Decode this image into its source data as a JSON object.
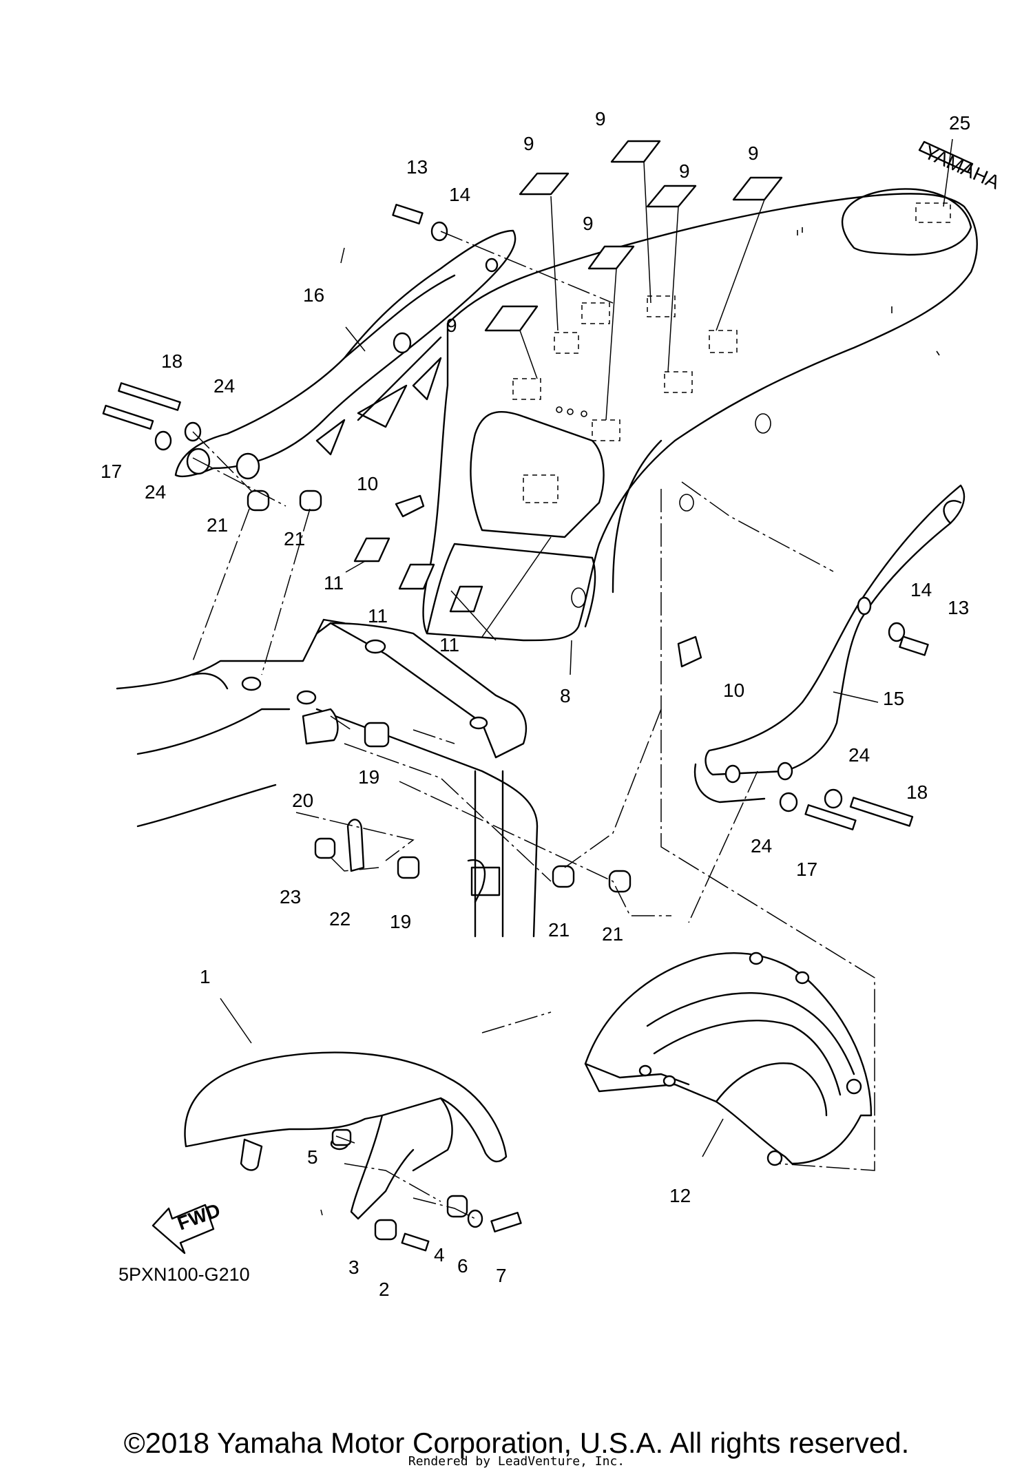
{
  "diagram": {
    "code": "5PXN100-G210",
    "fwd_label": "FWD",
    "decal_label": "YAMAHA",
    "callouts": [
      {
        "id": "c1",
        "text": "1"
      },
      {
        "id": "c2",
        "text": "2"
      },
      {
        "id": "c3",
        "text": "3"
      },
      {
        "id": "c4",
        "text": "4"
      },
      {
        "id": "c5",
        "text": "5"
      },
      {
        "id": "c6",
        "text": "6"
      },
      {
        "id": "c7",
        "text": "7"
      },
      {
        "id": "c8",
        "text": "8"
      },
      {
        "id": "c9a",
        "text": "9"
      },
      {
        "id": "c9b",
        "text": "9"
      },
      {
        "id": "c9c",
        "text": "9"
      },
      {
        "id": "c9d",
        "text": "9"
      },
      {
        "id": "c9e",
        "text": "9"
      },
      {
        "id": "c9f",
        "text": "9"
      },
      {
        "id": "c10a",
        "text": "10"
      },
      {
        "id": "c10b",
        "text": "10"
      },
      {
        "id": "c11a",
        "text": "11"
      },
      {
        "id": "c11b",
        "text": "11"
      },
      {
        "id": "c11c",
        "text": "11"
      },
      {
        "id": "c12",
        "text": "12"
      },
      {
        "id": "c13a",
        "text": "13"
      },
      {
        "id": "c13b",
        "text": "13"
      },
      {
        "id": "c14a",
        "text": "14"
      },
      {
        "id": "c14b",
        "text": "14"
      },
      {
        "id": "c15",
        "text": "15"
      },
      {
        "id": "c16",
        "text": "16"
      },
      {
        "id": "c17a",
        "text": "17"
      },
      {
        "id": "c17b",
        "text": "17"
      },
      {
        "id": "c18a",
        "text": "18"
      },
      {
        "id": "c18b",
        "text": "18"
      },
      {
        "id": "c19a",
        "text": "19"
      },
      {
        "id": "c19b",
        "text": "19"
      },
      {
        "id": "c20",
        "text": "20"
      },
      {
        "id": "c21a",
        "text": "21"
      },
      {
        "id": "c21b",
        "text": "21"
      },
      {
        "id": "c21c",
        "text": "21"
      },
      {
        "id": "c21d",
        "text": "21"
      },
      {
        "id": "c22",
        "text": "22"
      },
      {
        "id": "c23",
        "text": "23"
      },
      {
        "id": "c24a",
        "text": "24"
      },
      {
        "id": "c24b",
        "text": "24"
      },
      {
        "id": "c24c",
        "text": "24"
      },
      {
        "id": "c24d",
        "text": "24"
      },
      {
        "id": "c25",
        "text": "25"
      }
    ]
  },
  "footer": {
    "copyright": "©2018 Yamaha Motor Corporation, U.S.A. All rights reserved.",
    "rendered_by": "Rendered by LeadVenture, Inc."
  }
}
